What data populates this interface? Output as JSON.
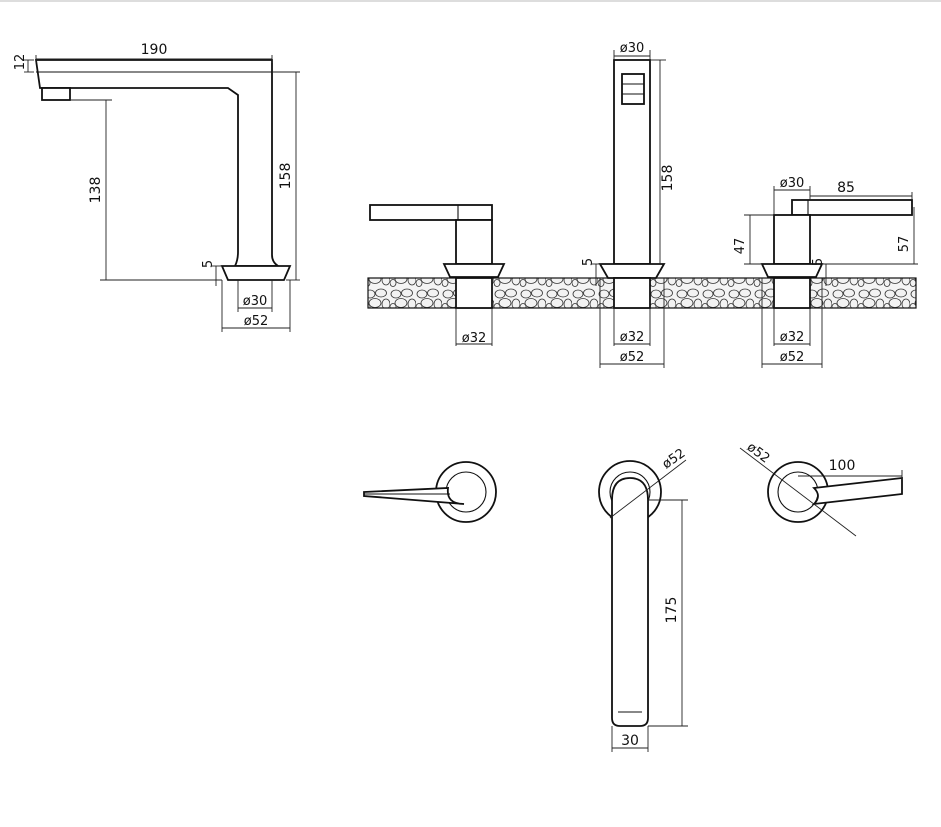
{
  "dimensions": {
    "side_spout_length": "190",
    "side_spout_thickness": "12",
    "side_outlet_height": "138",
    "side_total_height": "158",
    "side_base_gap": "5",
    "side_base_inner_dia": "ø30",
    "side_base_outer_dia": "ø52",
    "front_spout_top_dia": "ø30",
    "front_spout_height": "158",
    "front_spout_base_gap": "5",
    "front_spout_pipe_dia": "ø32",
    "front_spout_base_dia": "ø52",
    "left_handle_pipe_dia": "ø32",
    "right_handle_top_dia": "ø30",
    "right_handle_lever_length": "85",
    "right_handle_body_height": "47",
    "right_handle_total_height": "57",
    "right_handle_base_gap": "5",
    "right_handle_pipe_dia": "ø32",
    "right_handle_base_dia": "ø52",
    "top_spout_rosette_dia": "ø52",
    "top_spout_length": "175",
    "top_spout_width": "30",
    "top_right_rosette_dia": "ø52",
    "top_right_lever_length": "100"
  },
  "colors": {
    "line": "#111111",
    "dimension_line": "#222222",
    "countertop_fill": "#f2f2f2",
    "background": "#ffffff"
  }
}
